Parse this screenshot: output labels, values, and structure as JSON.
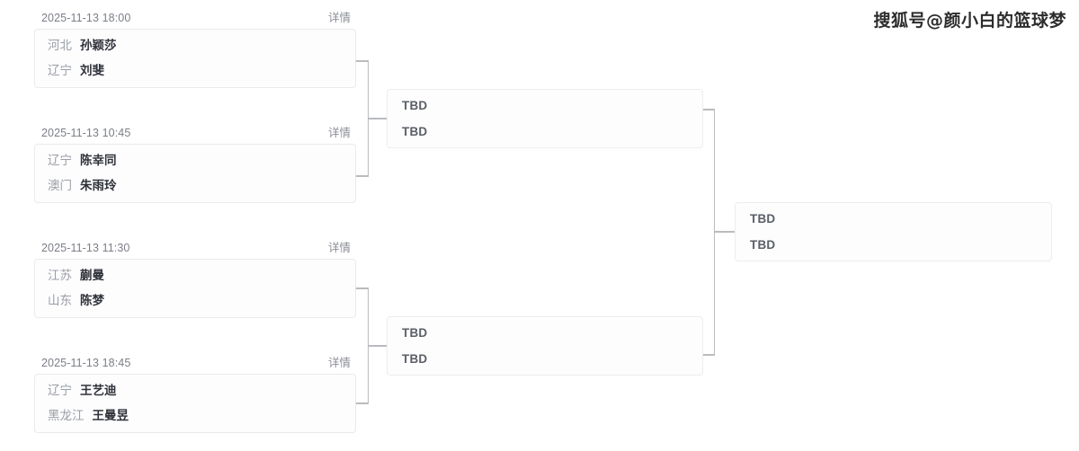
{
  "watermark": {
    "text": "搜狐号@颜小白的篮球梦"
  },
  "labels": {
    "details": "详情",
    "tbd": "TBD"
  },
  "rounds": [
    {
      "name": "round-of-8",
      "matches": [
        {
          "id": "m1",
          "datetime": "2025-11-13  18:00",
          "details": "详情",
          "teams": [
            {
              "region": "河北",
              "player": "孙颖莎"
            },
            {
              "region": "辽宁",
              "player": "刘斐"
            }
          ]
        },
        {
          "id": "m2",
          "datetime": "2025-11-13  10:45",
          "details": "详情",
          "teams": [
            {
              "region": "辽宁",
              "player": "陈幸同"
            },
            {
              "region": "澳门",
              "player": "朱雨玲"
            }
          ]
        },
        {
          "id": "m3",
          "datetime": "2025-11-13  11:30",
          "details": "详情",
          "teams": [
            {
              "region": "江苏",
              "player": "蒯曼"
            },
            {
              "region": "山东",
              "player": "陈梦"
            }
          ]
        },
        {
          "id": "m4",
          "datetime": "2025-11-13  18:45",
          "details": "详情",
          "teams": [
            {
              "region": "辽宁",
              "player": "王艺迪"
            },
            {
              "region": "黑龙江",
              "player": "王曼昱"
            }
          ]
        }
      ]
    },
    {
      "name": "semifinals",
      "matches": [
        {
          "id": "s1",
          "teams": [
            {
              "player": "TBD"
            },
            {
              "player": "TBD"
            }
          ]
        },
        {
          "id": "s2",
          "teams": [
            {
              "player": "TBD"
            },
            {
              "player": "TBD"
            }
          ]
        }
      ]
    },
    {
      "name": "final",
      "matches": [
        {
          "id": "f1",
          "teams": [
            {
              "player": "TBD"
            },
            {
              "player": "TBD"
            }
          ]
        }
      ]
    }
  ],
  "colors": {
    "background": "#ffffff",
    "card_border": "#e9eaec",
    "card_fill": "#fdfdfe",
    "connector": "#b9bbbe",
    "muted_text": "#9a9ea6",
    "strong_text": "#2f3239"
  }
}
